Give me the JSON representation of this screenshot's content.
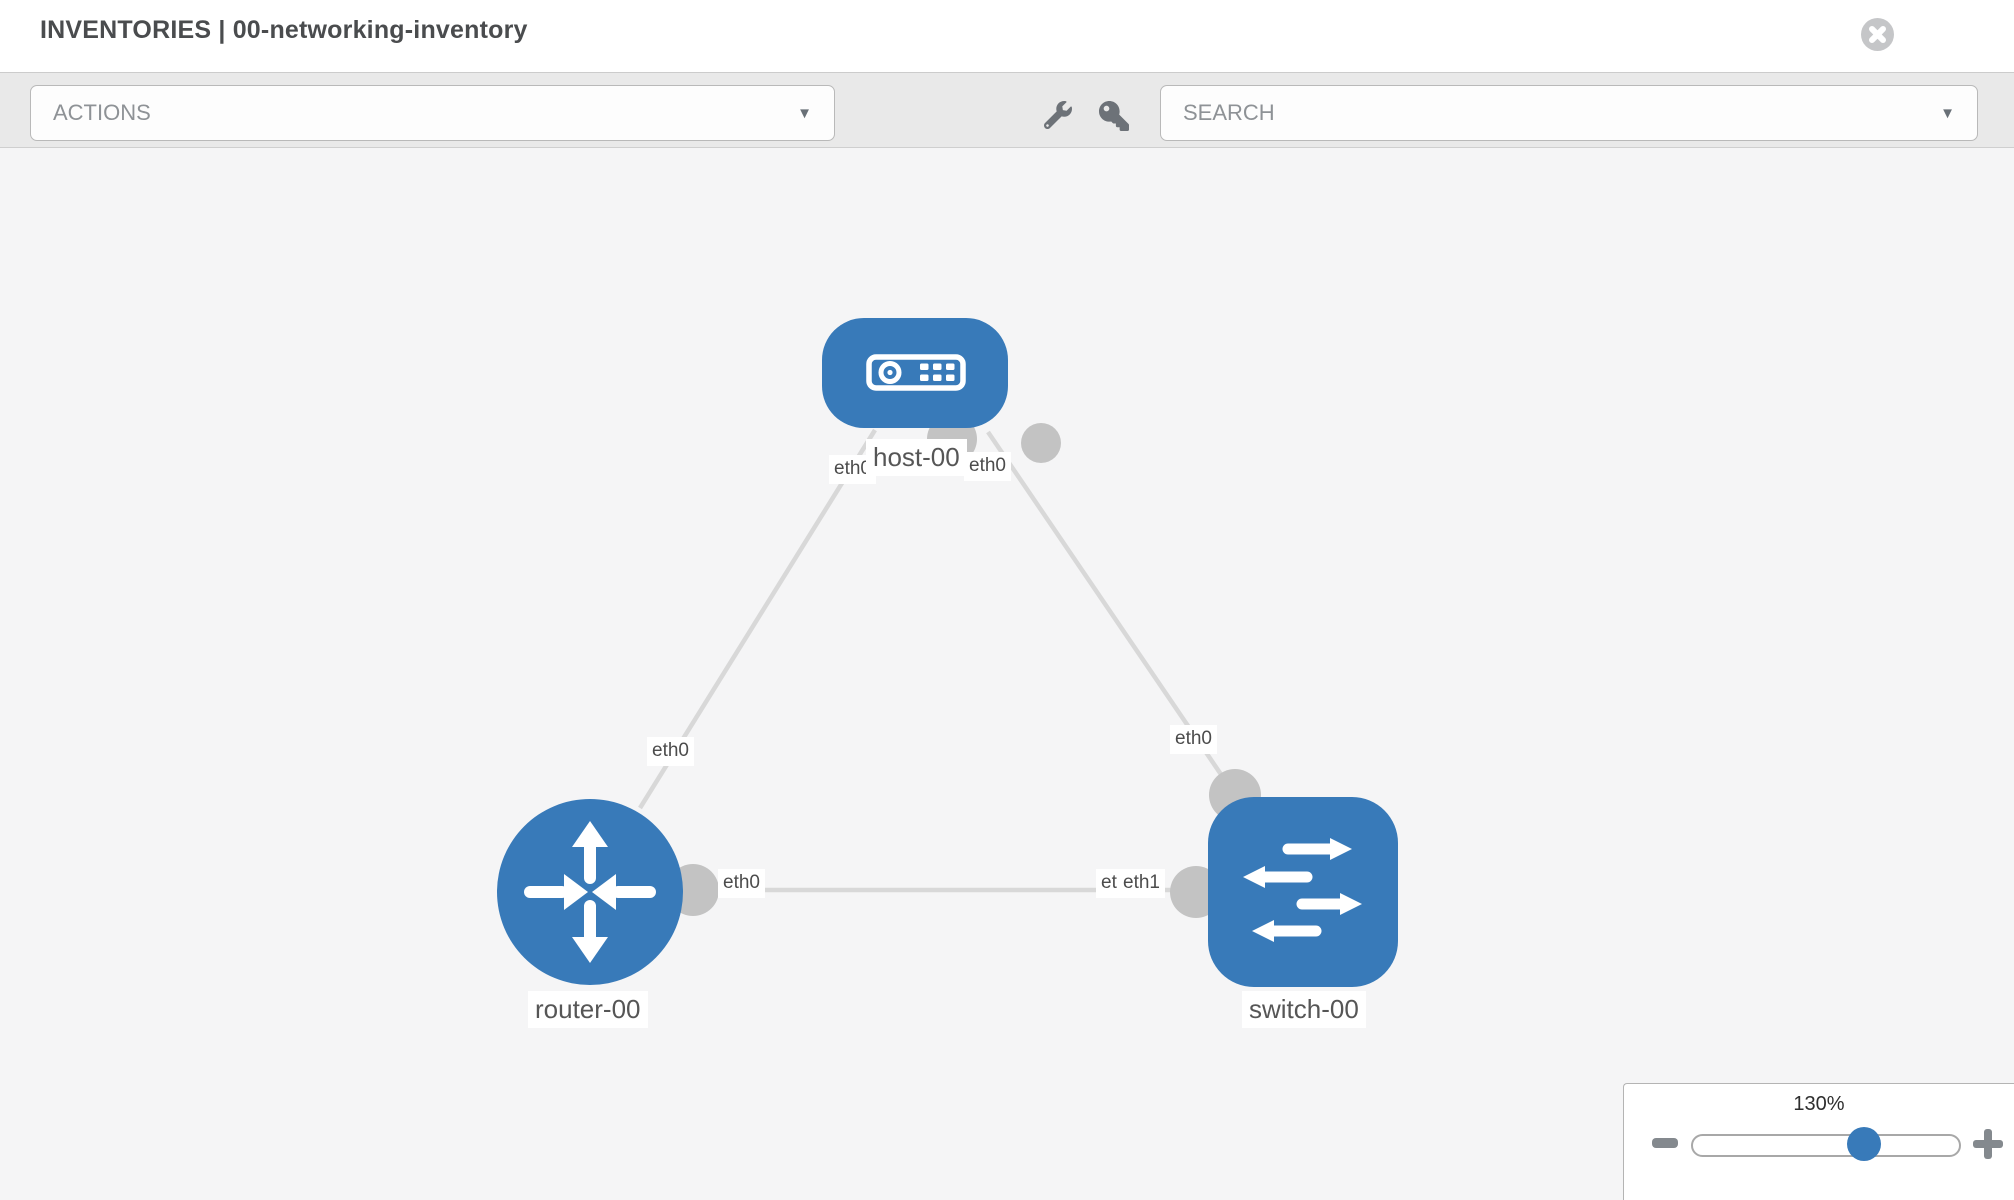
{
  "header": {
    "title": "INVENTORIES | 00-networking-inventory"
  },
  "toolbar": {
    "actions_label": "ACTIONS",
    "search_placeholder": "SEARCH"
  },
  "glyphs": {
    "caret_down": "▼"
  },
  "topology": {
    "nodes": [
      {
        "name": "host-00",
        "type": "host"
      },
      {
        "name": "router-00",
        "type": "router"
      },
      {
        "name": "switch-00",
        "type": "switch"
      }
    ],
    "links": [
      {
        "source": "host-00",
        "source_interface": "eth0",
        "target": "router-00",
        "target_interface": "eth0"
      },
      {
        "source": "host-00",
        "source_interface": "eth0",
        "target": "switch-00",
        "target_interface": "eth0"
      },
      {
        "source": "router-00",
        "source_interface": "eth0",
        "target": "switch-00",
        "target_interface": "eth1"
      }
    ],
    "labels": {
      "host_name": "host-00",
      "router_name": "router-00",
      "switch_name": "switch-00",
      "host_if_left": "eth0",
      "host_if_right": "eth0",
      "router_if_top": "eth0",
      "switch_if_top": "eth0",
      "router_if_right": "eth0",
      "switch_if_back": "eth0",
      "switch_if_front": "eth1"
    }
  },
  "zoom": {
    "percent": "130%"
  },
  "colors": {
    "node_blue": "#387ab9",
    "link_gray": "#d8d8d8",
    "endpoint_gray": "#c3c3c3",
    "canvas_bg": "#f5f5f6",
    "toolbar_bg": "#e9e9e9"
  }
}
